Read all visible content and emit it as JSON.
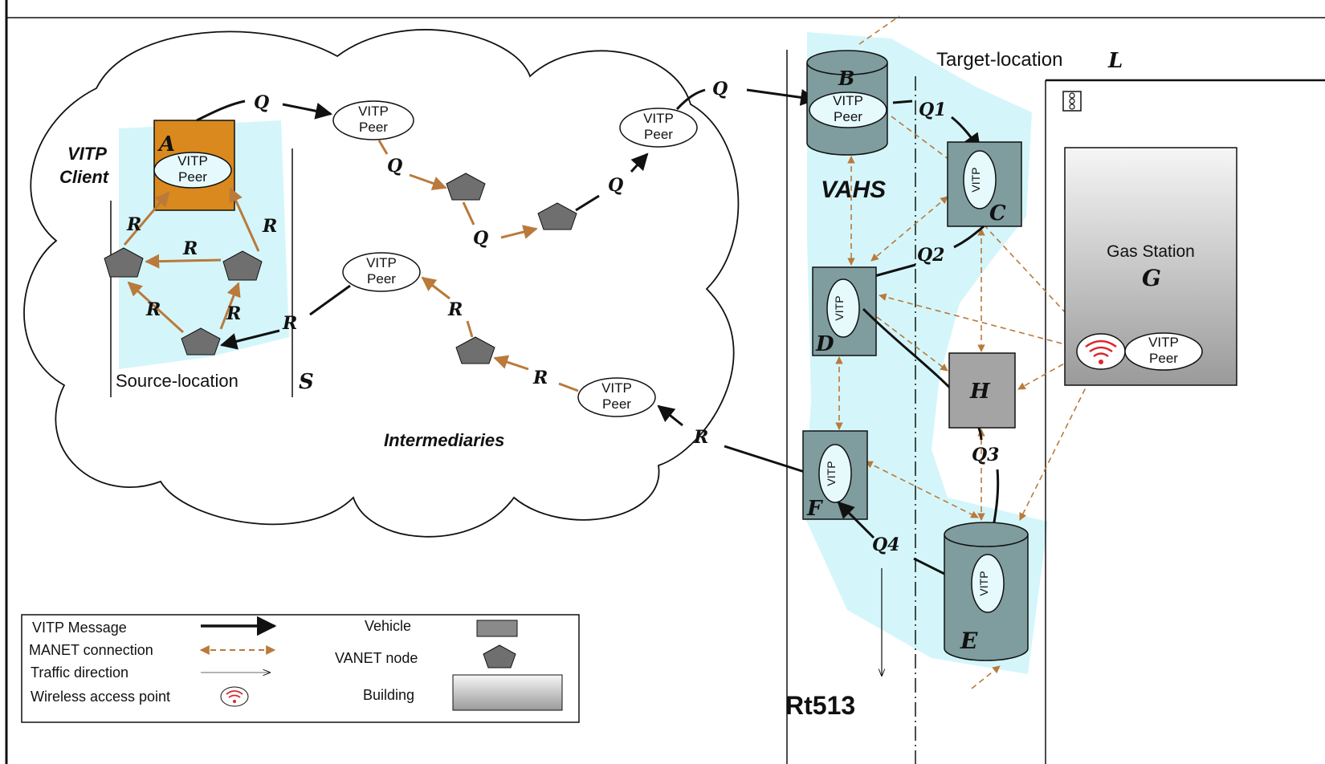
{
  "colors": {
    "cyan_region": "#d4f6fb",
    "vehicle_fill": "#7f9c9e",
    "node_fill": "#6f6f6f",
    "client_fill": "#d9891d",
    "manet_arrow": "#b97a3b",
    "h_fill": "#a4a4a4"
  },
  "labels": {
    "vitp": "VITP",
    "peer": "Peer",
    "vitp_client_line1": "VITP",
    "vitp_client_line2": "Client",
    "source_location": "Source-location",
    "source_symbol": "S",
    "intermediaries": "Intermediaries",
    "target_location": "Target-location",
    "target_symbol": "L",
    "vahs": "VAHS",
    "gas_station": "Gas Station",
    "gas_symbol": "G",
    "route": "Rt513",
    "q": "Q",
    "r": "R",
    "q1": "Q1",
    "q2": "Q2",
    "q3": "Q3",
    "q4": "Q4",
    "node_a": "A",
    "node_b": "B",
    "node_c": "C",
    "node_d": "D",
    "node_e": "E",
    "node_f": "F",
    "node_h": "H"
  },
  "legend": {
    "vitp_message": "VITP Message",
    "manet_connection": "MANET connection",
    "traffic_direction": "Traffic direction",
    "wireless_access_point": "Wireless access point",
    "vehicle": "Vehicle",
    "vanet_node": "VANET node",
    "building": "Building"
  },
  "icons": [
    "wifi-icon",
    "traffic-light-icon",
    "pentagon-node-icon"
  ]
}
